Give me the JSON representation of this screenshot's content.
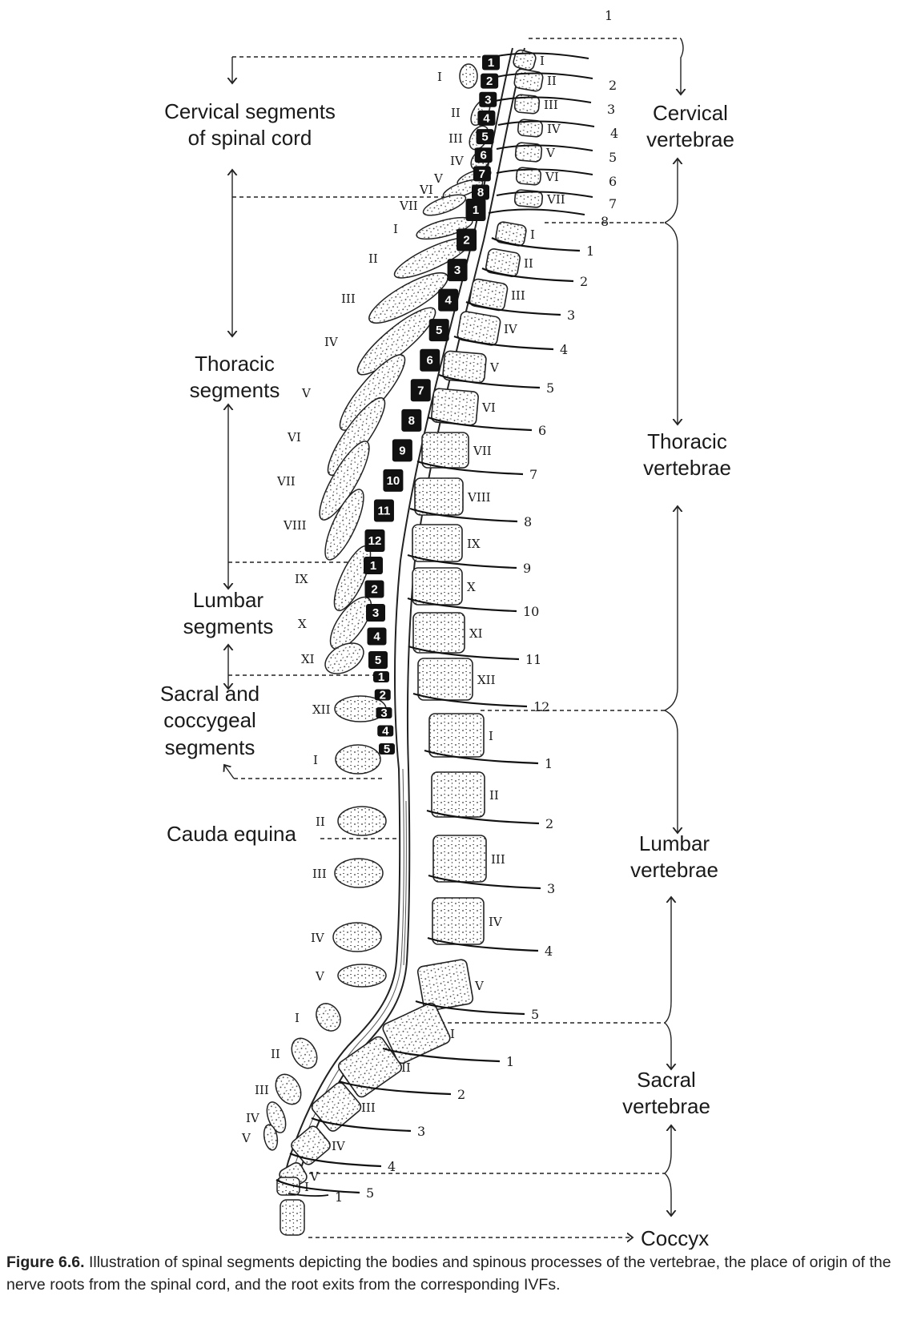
{
  "labels": {
    "cervical_segments": [
      "Cervical segments",
      "of spinal cord"
    ],
    "thoracic_segments": [
      "Thoracic",
      "segments"
    ],
    "lumbar_segments": [
      "Lumbar",
      "segments"
    ],
    "sacral_segments": [
      "Sacral and",
      "coccygeal",
      "segments"
    ],
    "cauda_equina": "Cauda equina",
    "cervical_vertebrae": [
      "Cervical",
      "vertebrae"
    ],
    "thoracic_vertebrae": [
      "Thoracic",
      "vertebrae"
    ],
    "lumbar_vertebrae": [
      "Lumbar",
      "vertebrae"
    ],
    "sacral_vertebrae": [
      "Sacral",
      "vertebrae"
    ],
    "coccyx": "Coccyx"
  },
  "cord_segments": {
    "cervical": [
      "1",
      "2",
      "3",
      "4",
      "5",
      "6",
      "7",
      "8"
    ],
    "thoracic": [
      "1",
      "2",
      "3",
      "4",
      "5",
      "6",
      "7",
      "8",
      "9",
      "10",
      "11",
      "12"
    ],
    "lumbar": [
      "1",
      "2",
      "3",
      "4",
      "5"
    ],
    "sacral": [
      "1",
      "2",
      "3",
      "4",
      "5"
    ]
  },
  "vertebrae_romans": {
    "cervical_bodies": [
      "I",
      "II",
      "III",
      "IV",
      "V",
      "VI",
      "VII"
    ],
    "cervical_spinous": [
      "I",
      "II",
      "III",
      "IV",
      "V",
      "VI",
      "VII"
    ],
    "thoracic_bodies": [
      "I",
      "II",
      "III",
      "IV",
      "V",
      "VI",
      "VII",
      "VIII",
      "IX",
      "X",
      "XI",
      "XII"
    ],
    "thoracic_spinous": [
      "I",
      "II",
      "III",
      "IV",
      "V",
      "VI",
      "VII",
      "VIII",
      "IX",
      "X",
      "XI",
      "XII"
    ],
    "lumbar_bodies": [
      "I",
      "II",
      "III",
      "IV",
      "V"
    ],
    "lumbar_spinous": [
      "I",
      "II",
      "III",
      "IV",
      "V"
    ],
    "sacral_bodies": [
      "I",
      "II",
      "III",
      "IV",
      "V"
    ],
    "sacral_spinous": [
      "I",
      "II",
      "III",
      "IV",
      "V"
    ],
    "coccyx_body": "I"
  },
  "nerve_numbers": {
    "cervical": [
      "1",
      "2",
      "3",
      "4",
      "5",
      "6",
      "7",
      "8"
    ],
    "thoracic": [
      "1",
      "2",
      "3",
      "4",
      "5",
      "6",
      "7",
      "8",
      "9",
      "10",
      "11",
      "12"
    ],
    "lumbar": [
      "1",
      "2",
      "3",
      "4",
      "5"
    ],
    "sacral": [
      "1",
      "2",
      "3",
      "4",
      "5"
    ],
    "coccygeal": "1"
  },
  "caption": {
    "figure": "Figure 6.6.",
    "text": " Illustration of spinal segments depicting the bodies and spinous processes of the vertebrae, the place of origin of the nerve roots from the spinal cord, and the root exits from the corresponding IVFs."
  }
}
